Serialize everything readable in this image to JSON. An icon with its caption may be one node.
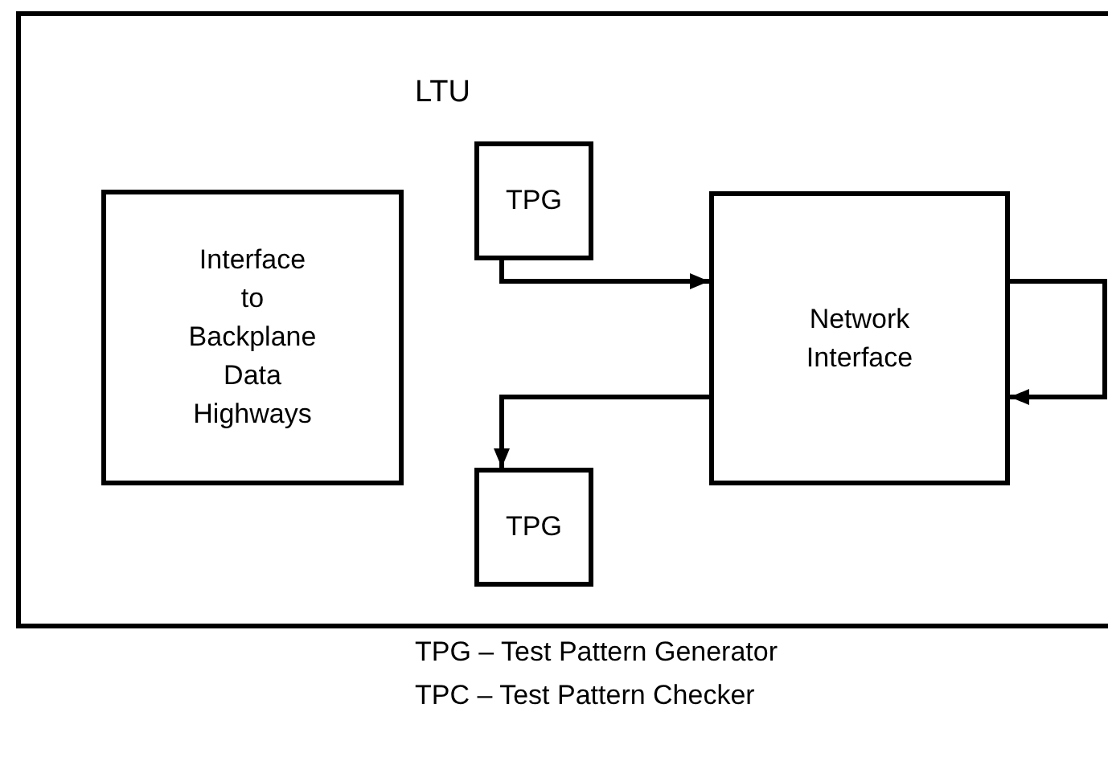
{
  "diagram": {
    "nodes": [
      {
        "text": [
          "LTU"
        ]
      },
      {
        "text": [
          "TPG"
        ],
        "in": 0
      },
      {
        "text": [
          "Interface to Backplane Data Highways"
        ],
        "in": 0
      },
      {
        "text": [
          "Network Interface"
        ],
        "in": 0
      },
      {
        "text": [
          "TPG"
        ],
        "in": 0
      }
    ],
    "edges": [
      {
        "from": 1,
        "to": 3,
        "arrow": "to"
      },
      {
        "from": 3,
        "to": 3,
        "arrow": "to"
      },
      {
        "from": 3,
        "to": 4,
        "arrow": "to"
      }
    ],
    "labels": [
      "TPG – Test Pattern Generator",
      "TPC – Test Pattern Checker"
    ]
  }
}
